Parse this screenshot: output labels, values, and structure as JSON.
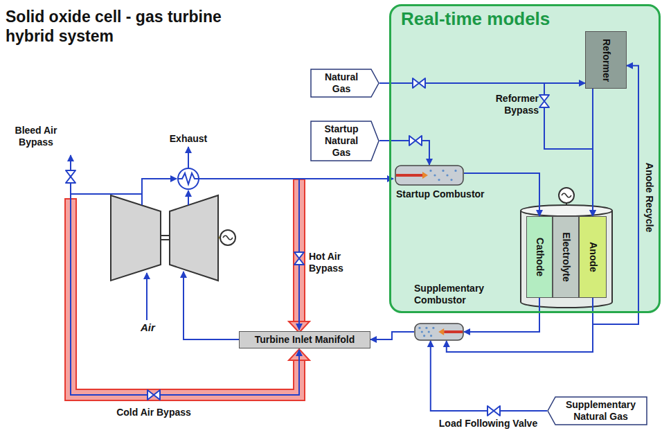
{
  "diagram": {
    "title": "Solid oxide cell - gas turbine hybrid system",
    "nodes": [
      {
        "text": [
          "Real-time models"
        ]
      },
      {
        "text": [
          "Natural Gas"
        ]
      },
      {
        "text": [
          "Startup Natural Gas"
        ]
      },
      {
        "text": [
          "Reformer"
        ],
        "in": 0
      },
      {
        "text": [
          "Startup Combustor"
        ],
        "in": 0
      },
      {
        "text": [
          "Cathode"
        ],
        "in": 0
      },
      {
        "text": [
          "Electrolyte"
        ],
        "in": 0
      },
      {
        "text": [
          "Anode"
        ],
        "in": 0
      },
      {
        "text": [
          "Supplementary Combustor"
        ]
      },
      {
        "text": [
          "Turbine Inlet Manifold"
        ]
      },
      {
        "text": [
          "Supplementary Natural Gas"
        ]
      }
    ],
    "edges": [
      {
        "from": 1,
        "to": 3,
        "arrow": "to"
      },
      {
        "from": 1,
        "to": 7,
        "arrow": "to"
      },
      {
        "from": 3,
        "to": 7,
        "arrow": "to"
      },
      {
        "from": 2,
        "to": 4,
        "arrow": "to"
      },
      {
        "from": 4,
        "to": 5,
        "arrow": "to"
      },
      {
        "from": 5,
        "to": 8,
        "arrow": "to"
      },
      {
        "from": 7,
        "to": 8,
        "arrow": "to"
      },
      {
        "from": 7,
        "to": 3,
        "arrow": "to"
      },
      {
        "from": 8,
        "to": 9,
        "arrow": "to"
      },
      {
        "from": 10,
        "to": 8,
        "arrow": "to"
      }
    ],
    "labels": [
      "Exhaust",
      "Bleed Air Bypass",
      "Reformer Bypass",
      "Hot Air Bypass",
      "Air",
      "Cold Air Bypass",
      "Anode Recycle",
      "Load Following Valve"
    ]
  }
}
